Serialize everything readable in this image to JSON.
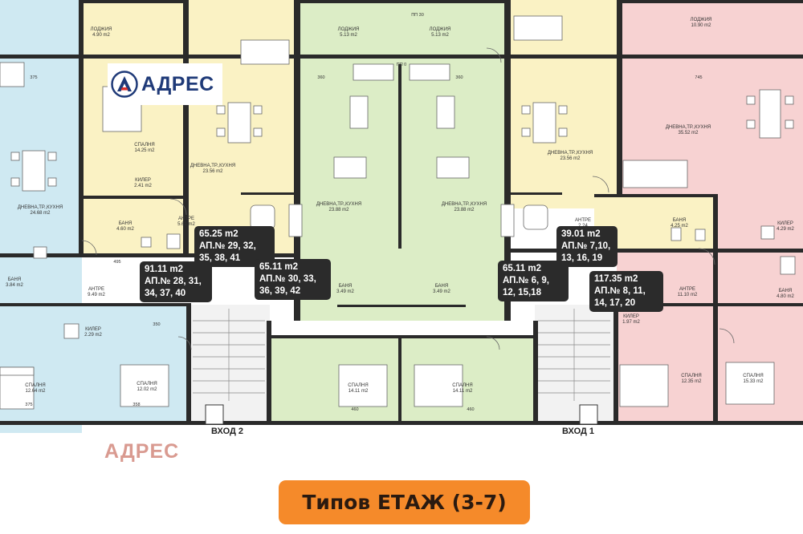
{
  "brand": {
    "name": "АДРЕС",
    "primary_color": "#1f3a78",
    "accent_color": "#e0312b",
    "watermark_color": "#d99a90"
  },
  "floor_title": "Типов ЕТАЖ (3-7)",
  "entrances": {
    "left": "ВХОД 2",
    "right": "ВХОД 1"
  },
  "apartments": [
    {
      "id": "apt-a",
      "area": "65.25 m2",
      "lines": [
        "АП.№ 29, 32,",
        "35, 38, 41"
      ]
    },
    {
      "id": "apt-b",
      "area": "91.11 m2",
      "lines": [
        "АП.№ 28, 31,",
        "34, 37, 40"
      ]
    },
    {
      "id": "apt-c",
      "area": "65.11 m2",
      "lines": [
        "АП.№ 30, 33,",
        "36, 39, 42"
      ]
    },
    {
      "id": "apt-d",
      "area": "39.01 m2",
      "lines": [
        "АП.№ 7,10,",
        "13, 16, 19"
      ]
    },
    {
      "id": "apt-e",
      "area": "65.11 m2",
      "lines": [
        "АП.№ 6, 9,",
        "12, 15,18"
      ]
    },
    {
      "id": "apt-f",
      "area": "117.35 m2",
      "lines": [
        "АП.№ 8, 11,",
        "14, 17, 20"
      ]
    }
  ],
  "rooms": [
    {
      "name": "ЛОДЖИЯ",
      "area": "4.90 m2"
    },
    {
      "name": "ЛОДЖИЯ",
      "area": "5.13 m2"
    },
    {
      "name": "ЛОДЖИЯ",
      "area": "5.13 m2"
    },
    {
      "name": "ЛОДЖИЯ",
      "area": "10.90 m2"
    },
    {
      "name": "СПАЛНЯ",
      "area": "14.25 m2"
    },
    {
      "name": "ДНЕВНА,ТР.,КУХНЯ",
      "area": "23.56 m2"
    },
    {
      "name": "ДНЕВНА,ТР.,КУХНЯ",
      "area": "24.68 m2"
    },
    {
      "name": "ДНЕВНА,ТР.,КУХНЯ",
      "area": "23.88 m2"
    },
    {
      "name": "ДНЕВНА,ТР.,КУХНЯ",
      "area": "23.88 m2"
    },
    {
      "name": "ДНЕВНА,ТР.,КУХНЯ",
      "area": "23.56 m2"
    },
    {
      "name": "ДНЕВНА,ТР.,КУХНЯ",
      "area": "35.52 m2"
    },
    {
      "name": "КИЛЕР",
      "area": "2.41 m2"
    },
    {
      "name": "БАНЯ",
      "area": "4.60 m2"
    },
    {
      "name": "АНТРЕ",
      "area": "5.61 m2"
    },
    {
      "name": "БАНЯ",
      "area": "3.84 m2"
    },
    {
      "name": "АНТРЕ",
      "area": "9.49 m2"
    },
    {
      "name": "КИЛЕР",
      "area": "2.29 m2"
    },
    {
      "name": "БАНЯ",
      "area": "3.49 m2"
    },
    {
      "name": "БАНЯ",
      "area": "3.49 m2"
    },
    {
      "name": "АНТРЕ",
      "area": "2.24"
    },
    {
      "name": "БАНЯ",
      "area": "4.25 m2"
    },
    {
      "name": "КИЛЕР",
      "area": "4.29 m2"
    },
    {
      "name": "АНТРЕ",
      "area": "11.10 m2"
    },
    {
      "name": "БАНЯ",
      "area": "4.80 m2"
    },
    {
      "name": "КИЛЕР",
      "area": "1.97 m2"
    },
    {
      "name": "СПАЛНЯ",
      "area": "12.64 m2"
    },
    {
      "name": "СПАЛНЯ",
      "area": "12.02 m2"
    },
    {
      "name": "СПАЛНЯ",
      "area": "14.11 m2"
    },
    {
      "name": "СПАЛНЯ",
      "area": "14.11 m2"
    },
    {
      "name": "СПАЛНЯ",
      "area": "12.35 m2"
    },
    {
      "name": "СПАЛНЯ",
      "area": "15.33 m2"
    }
  ],
  "dimensions": [
    "375",
    "360",
    "360",
    "745",
    "495",
    "460",
    "460",
    "350",
    "375",
    "358",
    "ПП 30",
    "ПП 0"
  ]
}
